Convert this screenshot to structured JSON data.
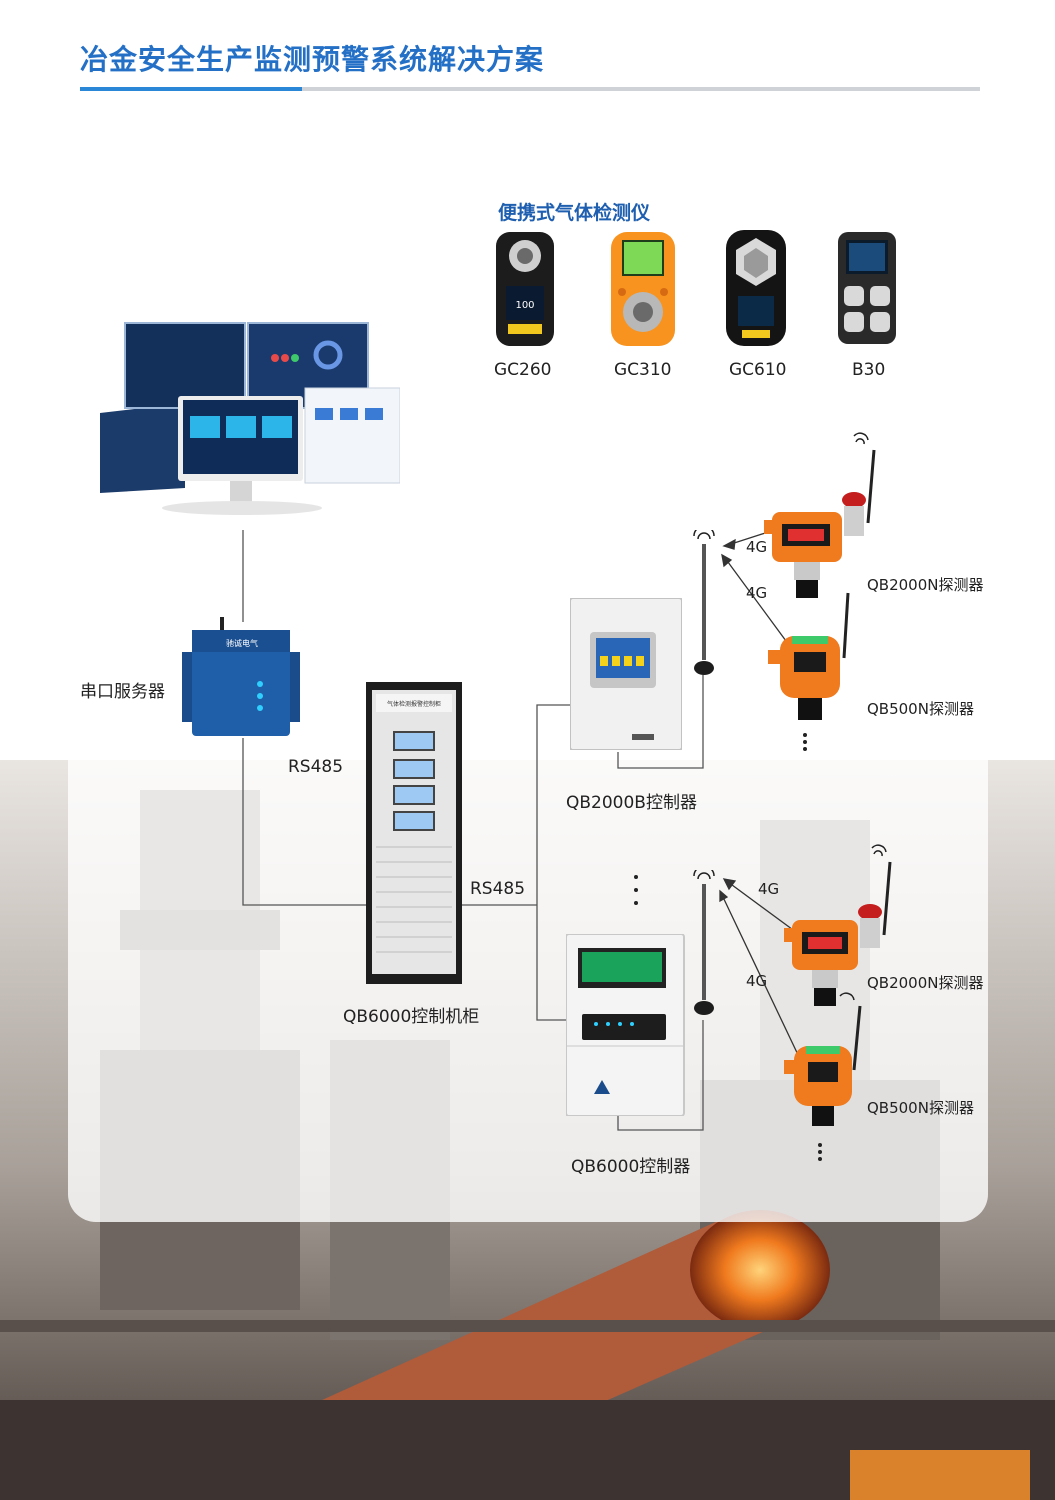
{
  "page": {
    "title": "冶金安全生产监测预警系统解决方案"
  },
  "colors": {
    "title": "#2470c6",
    "accent_bar": "#2a86d6",
    "detector_orange": "#f07a1e",
    "line": "#555555"
  },
  "portable": {
    "heading": "便携式气体检测仪",
    "devices": [
      {
        "model": "GC260",
        "display_text": "100"
      },
      {
        "model": "GC310"
      },
      {
        "model": "GC610"
      },
      {
        "model": "B30"
      }
    ]
  },
  "diagram": {
    "serial_server_label": "串口服务器",
    "rs485_left": "RS485",
    "rs485_right": "RS485",
    "cabinet_label": "QB6000控制机柜",
    "cabinet_header": "气体检测报警控制柜",
    "controller_top_label": "QB2000B控制器",
    "controller_bottom_label": "QB6000控制器",
    "link_4g": [
      "4G",
      "4G",
      "4G",
      "4G"
    ],
    "detectors_top": [
      "QB2000N探测器",
      "QB500N探测器"
    ],
    "detectors_bottom": [
      "QB2000N探测器",
      "QB500N探测器"
    ],
    "serial_server_brand": "驰诚电气"
  }
}
